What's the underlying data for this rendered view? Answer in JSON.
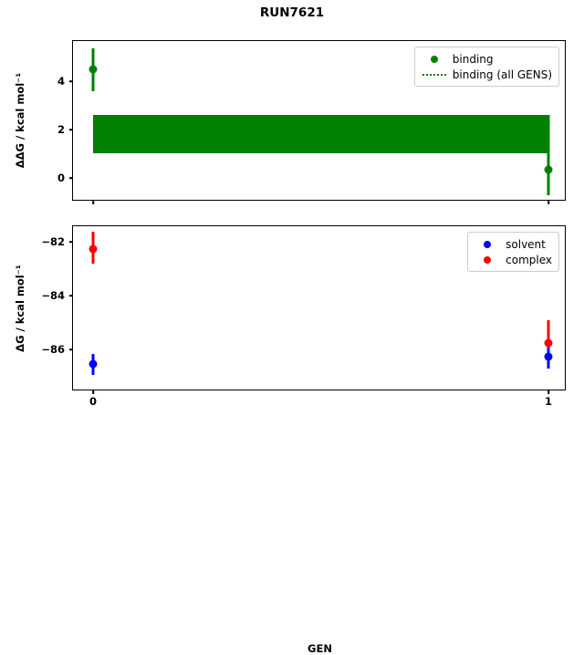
{
  "figure": {
    "title": "RUN7621",
    "xlabel": "GEN",
    "xticks": [
      "0",
      "1"
    ]
  },
  "top_panel": {
    "ylabel": "ΔΔG / kcal mol⁻¹",
    "yticks": [
      "4",
      "2",
      "0"
    ],
    "legend": [
      {
        "label": "binding",
        "marker": "dot",
        "color": "#008000"
      },
      {
        "label": "binding (all GENS)",
        "marker": "dotted-line",
        "color": "#008000"
      }
    ]
  },
  "bottom_panel": {
    "ylabel": "ΔG / kcal mol⁻¹",
    "yticks": [
      "−82",
      "−84",
      "−86"
    ],
    "legend": [
      {
        "label": "solvent",
        "marker": "dot",
        "color": "#0000ff"
      },
      {
        "label": "complex",
        "marker": "dot",
        "color": "#ff0000"
      }
    ]
  },
  "chart_data": [
    {
      "type": "scatter",
      "panel": "top",
      "title": "RUN7621",
      "xlabel": "GEN",
      "ylabel": "ΔΔG / kcal mol⁻¹",
      "x": [
        0,
        1
      ],
      "xlim": [
        -0.045,
        1.045
      ],
      "ylim": [
        -0.98,
        5.66
      ],
      "yticks": [
        0,
        2,
        4
      ],
      "grid": false,
      "legend_position": "upper right",
      "series": [
        {
          "name": "binding",
          "color": "#008000",
          "values": [
            4.55,
            0.34
          ],
          "yerr_low": [
            0.68,
            1.06
          ],
          "yerr_high": [
            0.75,
            2.26
          ]
        },
        {
          "name": "binding (all GENS)",
          "color": "#008000",
          "style": "band",
          "band_high": 2.6,
          "band_low": 1.02,
          "band_x": [
            0,
            1
          ]
        }
      ]
    },
    {
      "type": "scatter",
      "panel": "bottom",
      "xlabel": "GEN",
      "ylabel": "ΔG / kcal mol⁻¹",
      "x": [
        0,
        1
      ],
      "xlim": [
        -0.045,
        1.045
      ],
      "ylim": [
        -87.42,
        -81.28
      ],
      "yticks": [
        -82,
        -84,
        -86
      ],
      "grid": false,
      "legend_position": "upper right",
      "series": [
        {
          "name": "solvent",
          "color": "#0000ff",
          "values": [
            -86.54,
            -86.62
          ],
          "yerr_low": [
            0.41,
            0.44
          ],
          "yerr_high": [
            0.37,
            0.34
          ]
        },
        {
          "name": "complex",
          "color": "#ff0000",
          "values": [
            -82.27,
            -85.98
          ],
          "yerr_low": [
            0.54,
            0.58
          ],
          "yerr_high": [
            0.64,
            0.85
          ]
        }
      ]
    }
  ]
}
